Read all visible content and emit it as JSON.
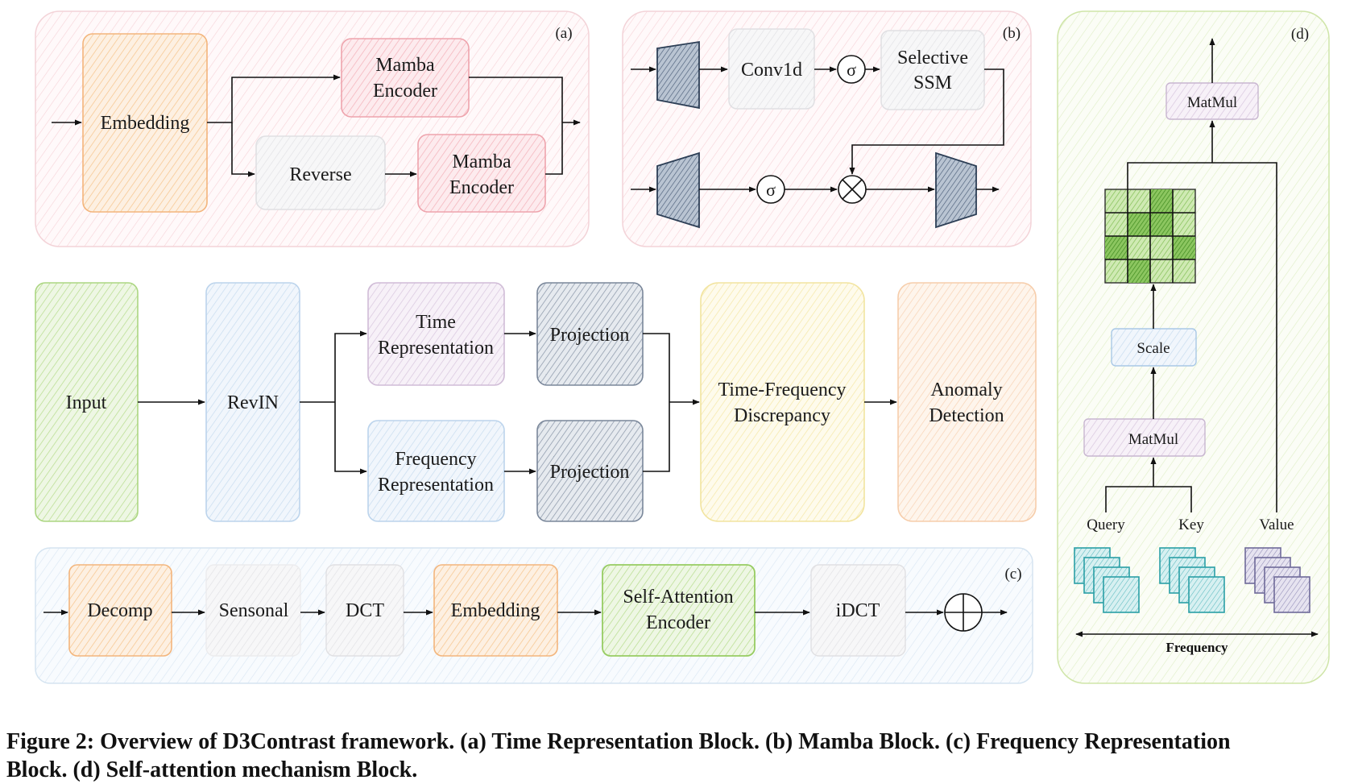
{
  "block_a": {
    "tag": "(a)",
    "embedding": "Embedding",
    "mamba_encoder_top": [
      "Mamba",
      "Encoder"
    ],
    "reverse": "Reverse",
    "mamba_encoder_bottom": [
      "Mamba",
      "Encoder"
    ]
  },
  "block_b": {
    "tag": "(b)",
    "conv1d": "Conv1d",
    "sigma_top": "σ",
    "selective_ssm": [
      "Selective",
      "SSM"
    ],
    "sigma_bottom": "σ"
  },
  "main": {
    "input": "Input",
    "revin": "RevIN",
    "time_representation": [
      "Time",
      "Representation"
    ],
    "frequency_representation": [
      "Frequency",
      "Representation"
    ],
    "projection_top": "Projection",
    "projection_bottom": "Projection",
    "discrepancy": [
      "Time-Frequency",
      "Discrepancy"
    ],
    "anomaly_detection": [
      "Anomaly",
      "Detection"
    ]
  },
  "block_c": {
    "tag": "(c)",
    "decomp": "Decomp",
    "sensonal": "Sensonal",
    "dct": "DCT",
    "embedding": "Embedding",
    "self_attention_encoder": [
      "Self-Attention",
      "Encoder"
    ],
    "idct": "iDCT"
  },
  "block_d": {
    "tag": "(d)",
    "matmul_top": "MatMul",
    "scale": "Scale",
    "matmul_bottom": "MatMul",
    "query": "Query",
    "key": "Key",
    "value": "Value",
    "frequency": "Frequency"
  },
  "caption": [
    "Figure 2: Overview of D3Contrast framework. (a) Time Representation Block. (b) Mamba Block. (c) Frequency Representation",
    "Block. (d) Self-attention mechanism Block."
  ],
  "colors": {
    "orange": "#f6c38a",
    "pink": "#f3b0b8",
    "gray": "#e3e3e6",
    "green": "#b6dc8c",
    "blue": "#c7dcef",
    "purple": "#d8c6de",
    "slate": "#64748b",
    "yellow": "#f7e7a2",
    "peach": "#f8d2b4",
    "navy": "#2c3e55",
    "teal": "#2a9fa6",
    "violet": "#6f6a99",
    "grid_green": "#4e9a2a"
  }
}
